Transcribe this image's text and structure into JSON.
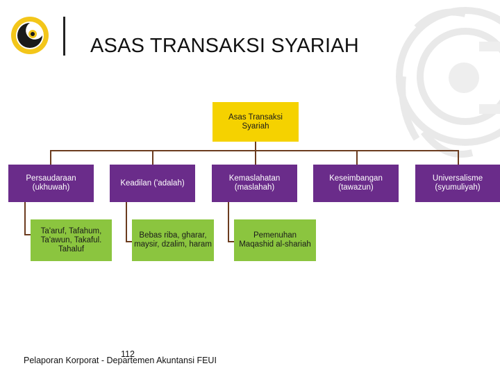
{
  "header": {
    "title": "ASAS TRANSAKSI SYARIAH"
  },
  "diagram": {
    "root": "Asas Transaksi Syariah",
    "principles": [
      "Persaudaraan (ukhuwah)",
      "Keadilan ('adalah)",
      "Kemaslahatan (maslahah)",
      "Keseimbangan (tawazun)",
      "Universalisme (syumuliyah)"
    ],
    "details": [
      "Ta'aruf, Tafahum, Ta'awun, Takaful. Tahaluf",
      "Bebas riba, gharar, maysir, dzalim, haram",
      "Pemenuhan Maqashid al-shariah"
    ]
  },
  "footer": {
    "text": "Pelaporan Korporat - Departemen Akuntansi FEUI",
    "page_number": "112"
  },
  "colors": {
    "root_box": "#f5d200",
    "principle_box": "#6a2c8a",
    "detail_box": "#8bc53f",
    "connector": "#6b3b1e"
  }
}
